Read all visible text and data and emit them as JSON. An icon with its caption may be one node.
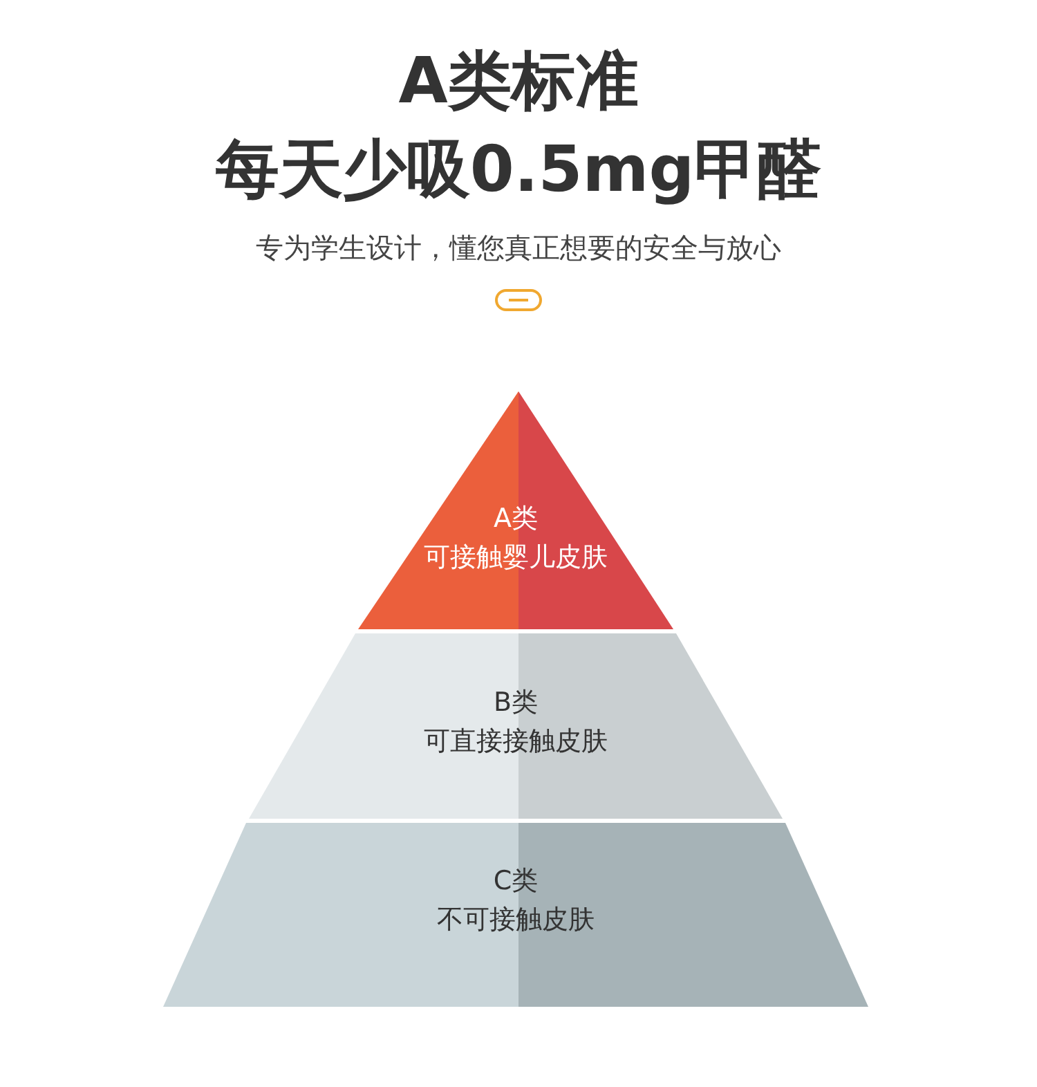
{
  "diagram": {
    "title": "A类标准",
    "nodes": [
      {
        "text": [
          "A类",
          "可接触婴儿皮肤"
        ]
      },
      {
        "text": [
          "B类",
          "可直接接触皮肤"
        ]
      },
      {
        "text": [
          "C类",
          "不可接触皮肤"
        ]
      }
    ],
    "labels": [
      "每天少吸0.5mg甲醛",
      "专为学生设计，懂您真正想要的安全与放心"
    ]
  }
}
